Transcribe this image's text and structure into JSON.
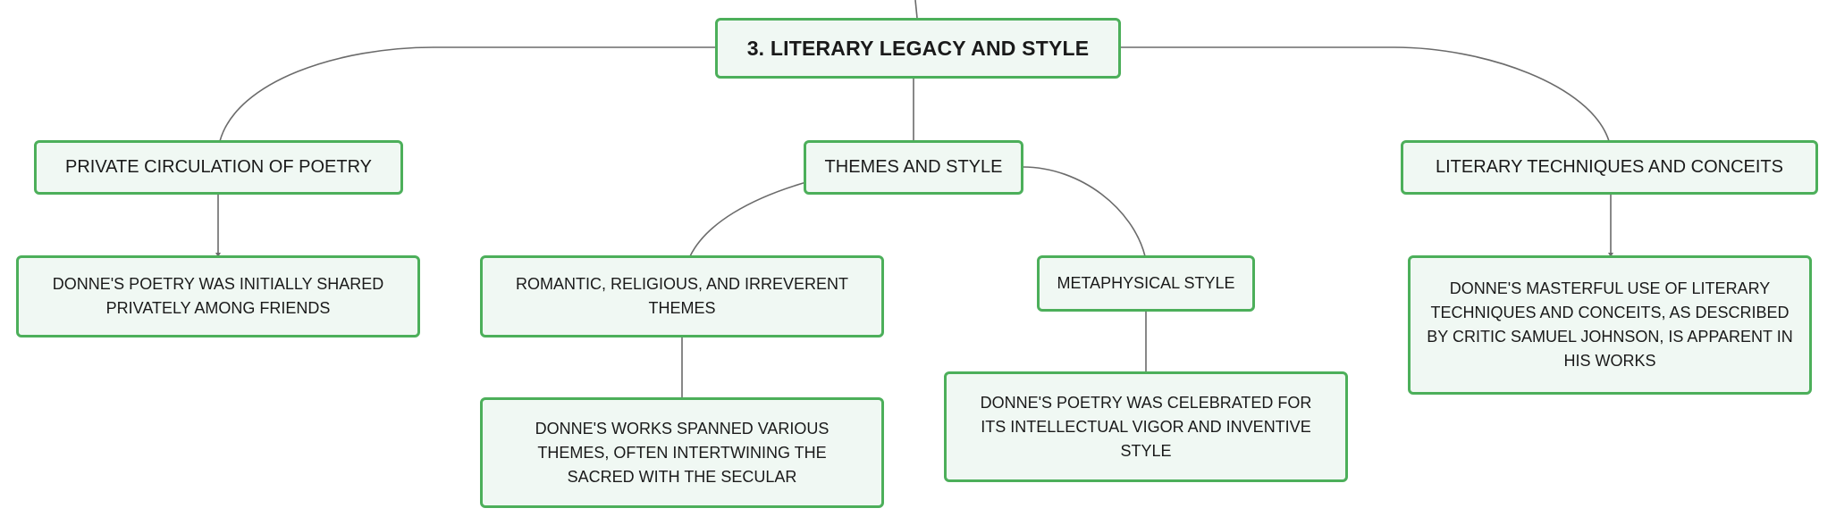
{
  "mindmap": {
    "root": {
      "label": "3. LITERARY LEGACY AND STYLE"
    },
    "private_circulation": {
      "label": "PRIVATE CIRCULATION OF POETRY",
      "detail": "DONNE'S POETRY WAS INITIALLY SHARED PRIVATELY AMONG FRIENDS"
    },
    "themes_and_style": {
      "label": "THEMES AND STYLE",
      "romantic": {
        "label": "ROMANTIC, RELIGIOUS, AND IRREVERENT THEMES",
        "detail": "DONNE'S WORKS SPANNED VARIOUS THEMES, OFTEN INTERTWINING THE SACRED WITH THE SECULAR"
      },
      "metaphysical": {
        "label": "METAPHYSICAL STYLE",
        "detail": "DONNE'S POETRY WAS CELEBRATED FOR ITS INTELLECTUAL VIGOR AND INVENTIVE STYLE"
      }
    },
    "techniques": {
      "label": "LITERARY TECHNIQUES AND CONCEITS",
      "detail": "DONNE'S MASTERFUL USE OF LITERARY TECHNIQUES AND CONCEITS, AS DESCRIBED BY CRITIC SAMUEL JOHNSON, IS APPARENT IN HIS WORKS"
    }
  },
  "colors": {
    "node_border": "#4caf5a",
    "node_fill": "#f0f8f3",
    "connector": "#6b6b6b"
  }
}
